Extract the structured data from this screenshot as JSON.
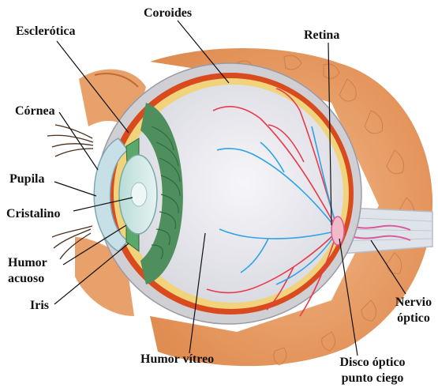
{
  "diagram": {
    "labels": {
      "coroides": "Coroides",
      "esclerotica": "Esclerótica",
      "retina": "Retina",
      "cornea": "Córnea",
      "pupila": "Pupila",
      "cristalino": "Cristalino",
      "humor_acuoso_1": "Humor",
      "humor_acuoso_2": "acuoso",
      "iris": "Iris",
      "nervio_optico_1": "Nervio",
      "nervio_optico_2": "óptico",
      "humor_vitreo": "Humor vítreo",
      "disco_optico_1": "Disco óptico",
      "disco_optico_2": "punto ciego"
    },
    "colors": {
      "fat_tissue": "#e9a66f",
      "sclera": "#cfcfd4",
      "choroid": "#d94a1f",
      "retina": "#f0d37a",
      "vitreous": "#ececf2",
      "ciliary": "#4f8f5e",
      "lens": "#cfe6e6",
      "artery": "#e83a4c",
      "vein": "#2ea3e6",
      "optic_nerve": "#dfe3ea"
    }
  }
}
